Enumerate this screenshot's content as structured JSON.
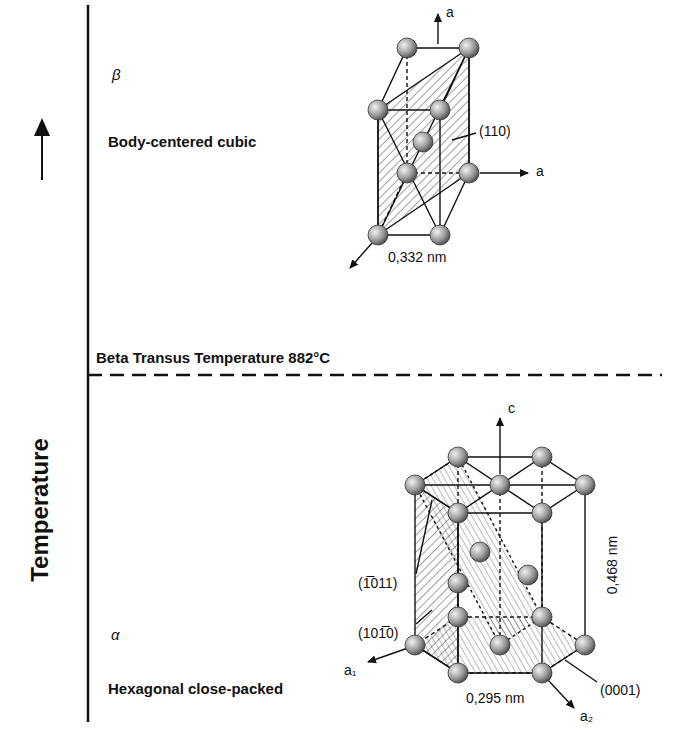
{
  "diagram": {
    "labels": [
      "Temperature",
      "β",
      "Body-centered cubic",
      "a",
      "a",
      "(110)",
      "0,332 nm",
      "Beta Transus Temperature 882°C",
      "α",
      "Hexagonal close-packed",
      "c",
      "(1̅011)",
      "(101̅0)",
      "0,468 nm",
      "a₁",
      "(0001)",
      "0,295 nm",
      "a₂"
    ]
  }
}
